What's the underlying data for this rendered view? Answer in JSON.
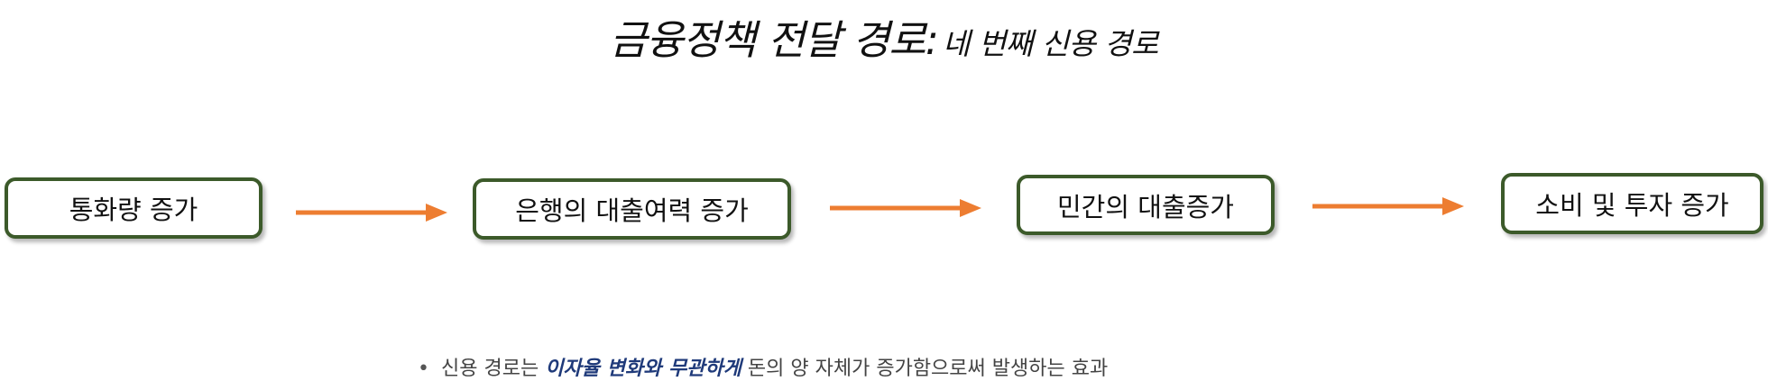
{
  "title": {
    "main": "금융정책 전달 경로:",
    "sub": "네 번째 신용 경로"
  },
  "flow": {
    "steps": [
      {
        "label": "통화량 증가"
      },
      {
        "label": "은행의 대출여력 증가"
      },
      {
        "label": "민간의 대출증가"
      },
      {
        "label": "소비 및 투자 증가"
      }
    ],
    "arrow_color": "#ed7d31",
    "box_border_color": "#3c5a2a"
  },
  "note": {
    "bullet": "•",
    "prefix": "신용 경로는 ",
    "emphasis": "이자율 변화와 무관하게",
    "suffix": " 돈의 양 자체가 증가함으로써 발생하는 효과",
    "emphasis_color": "#1f3a7a"
  }
}
